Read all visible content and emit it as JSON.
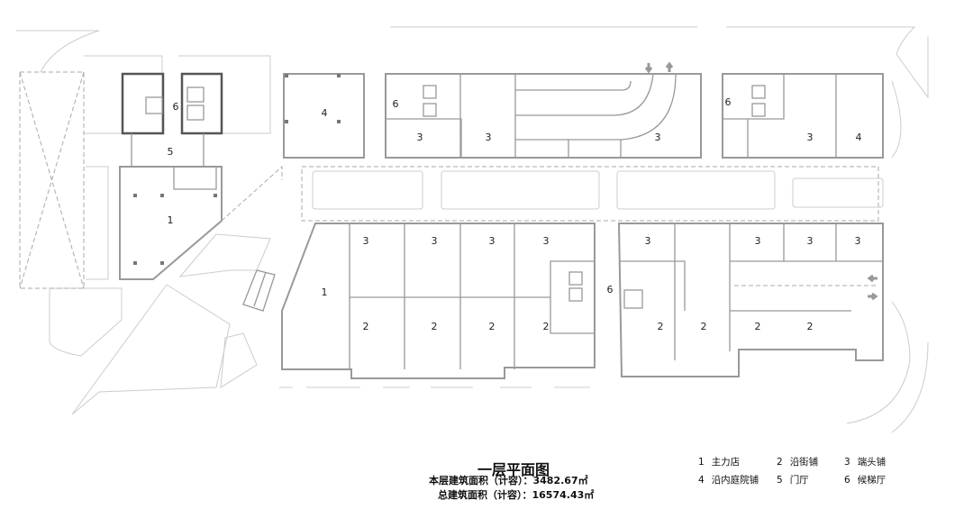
{
  "plan": {
    "title": "一层平面图",
    "floor_area": "本层建筑面积（计容）：3482.67㎡",
    "total_area": "总建筑面积（计容）：16574.43㎡",
    "room_labels": {
      "r1": "1",
      "r2": "2",
      "r3": "3",
      "r4": "4",
      "r5": "5",
      "r6": "6"
    }
  },
  "legend": [
    {
      "num": "1",
      "label": "主力店"
    },
    {
      "num": "2",
      "label": "沿街铺"
    },
    {
      "num": "3",
      "label": "端头铺"
    },
    {
      "num": "4",
      "label": "沿内庭院铺"
    },
    {
      "num": "5",
      "label": "门厅"
    },
    {
      "num": "6",
      "label": "候梯厅"
    }
  ]
}
